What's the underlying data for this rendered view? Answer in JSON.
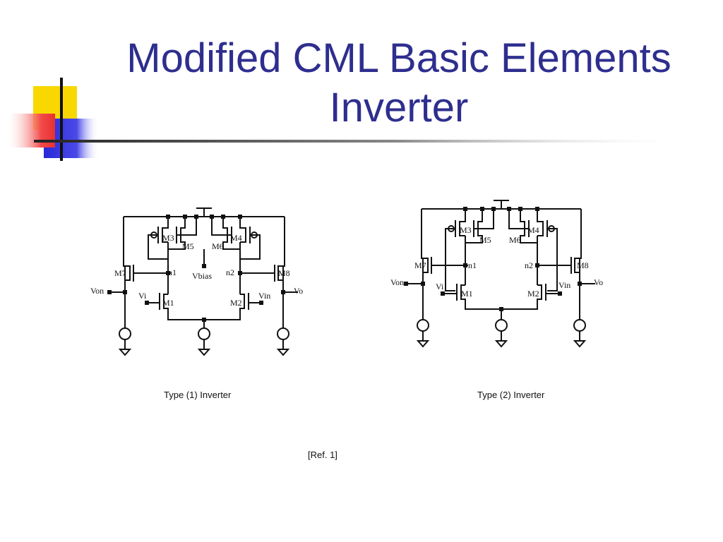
{
  "slide": {
    "title_line1": "Modified CML Basic Elements",
    "title_line2": "Inverter",
    "title_color": "#2E2E8F",
    "accent_yellow": "#F8D800",
    "accent_red": "#F04040",
    "accent_blue": "#2828D8"
  },
  "diagrams": [
    {
      "caption": "Type (1) Inverter",
      "labels": {
        "m1": "M1",
        "m2": "M2",
        "m3": "M3",
        "m4": "M4",
        "m5": "M5",
        "m6": "M6",
        "m7": "M7",
        "m8": "M8",
        "n1": "n1",
        "n2": "n2",
        "vi": "Vi",
        "vin": "Vin",
        "vo": "Vo",
        "von": "Von",
        "vbias": "Vbias"
      }
    },
    {
      "caption": "Type (2) Inverter",
      "labels": {
        "m1": "M1",
        "m2": "M2",
        "m3": "M3",
        "m4": "M4",
        "m5": "M5",
        "m6": "M6",
        "m7": "M7",
        "m8": "M8",
        "n1": "n1",
        "n2": "n2",
        "vi": "Vi",
        "vin": "Vin",
        "vo": "Vo",
        "von": "Von"
      }
    }
  ],
  "reference": "[Ref. 1]"
}
